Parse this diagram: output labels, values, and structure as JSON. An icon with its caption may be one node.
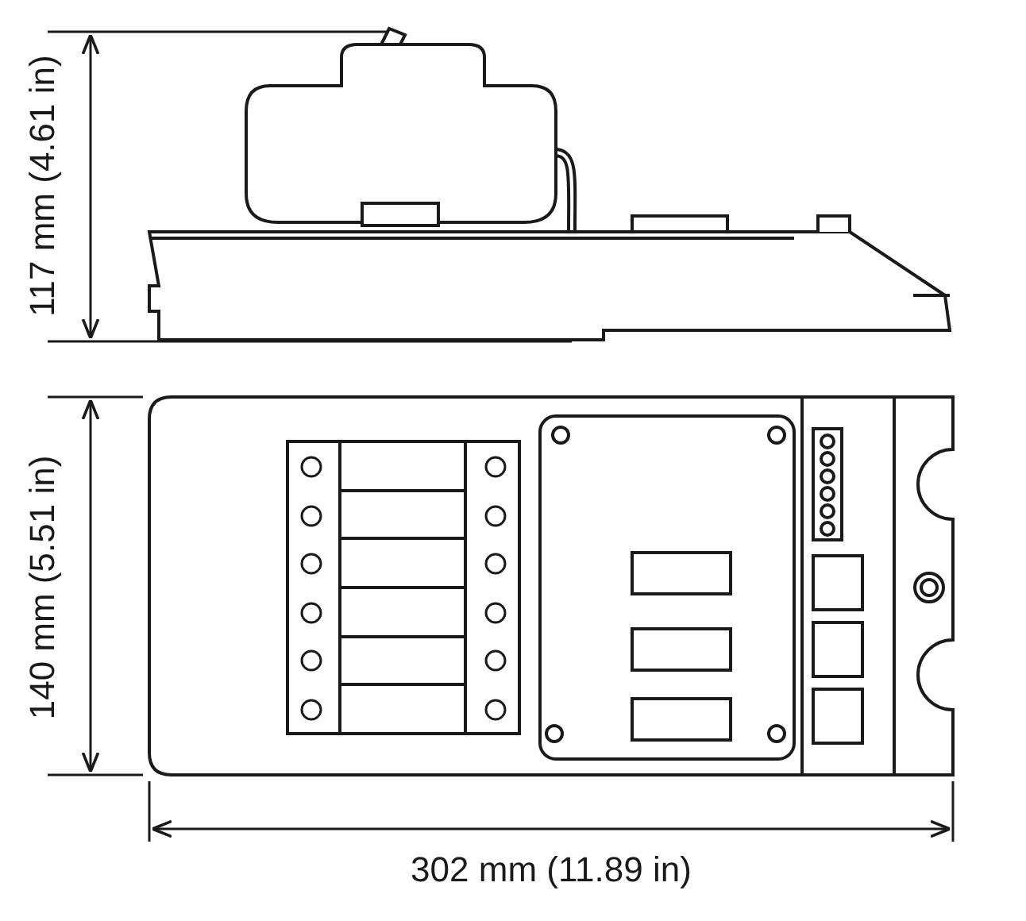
{
  "diagram": {
    "labels": [
      "117 mm (4.61 in)",
      "140 mm (5.51 in)",
      "302 mm (11.89 in)"
    ]
  }
}
